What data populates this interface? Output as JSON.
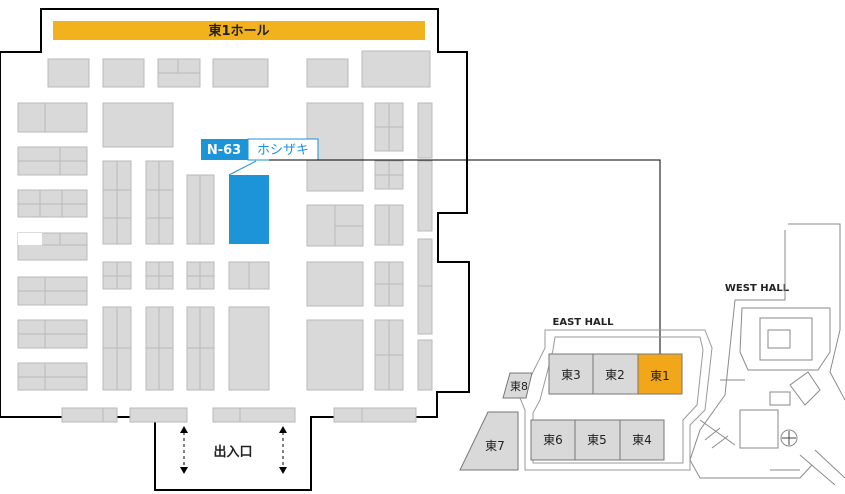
{
  "hall_banner": "東1ホール",
  "exit_label": "出入口",
  "booth": {
    "code": "N-63",
    "name": "ホシザキ"
  },
  "overview": {
    "east_hall_title": "EAST HALL",
    "west_hall_title": "WEST HALL",
    "halls": [
      "東1",
      "東2",
      "東3",
      "東4",
      "東5",
      "東6",
      "東7",
      "東8"
    ]
  },
  "colors": {
    "banner": "#f2b21e",
    "booth_highlight": "#1d93d8",
    "hall_highlight": "#f2a71b",
    "block": "#d9d9d9",
    "outline": "#000000"
  }
}
